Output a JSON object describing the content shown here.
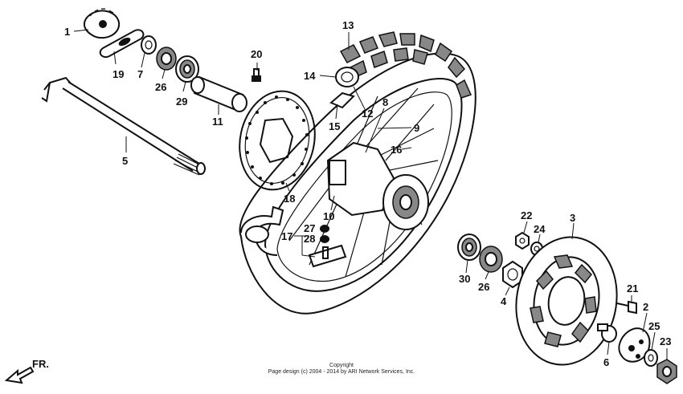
{
  "parts": [
    {
      "id": "p1",
      "label": "1"
    },
    {
      "id": "p2",
      "label": "2"
    },
    {
      "id": "p3",
      "label": "3"
    },
    {
      "id": "p4",
      "label": "4"
    },
    {
      "id": "p5",
      "label": "5"
    },
    {
      "id": "p6",
      "label": "6"
    },
    {
      "id": "p7",
      "label": "7"
    },
    {
      "id": "p8",
      "label": "8"
    },
    {
      "id": "p9",
      "label": "9"
    },
    {
      "id": "p10",
      "label": "10"
    },
    {
      "id": "p11",
      "label": "11"
    },
    {
      "id": "p12",
      "label": "12"
    },
    {
      "id": "p13",
      "label": "13"
    },
    {
      "id": "p14",
      "label": "14"
    },
    {
      "id": "p15",
      "label": "15"
    },
    {
      "id": "p16",
      "label": "16"
    },
    {
      "id": "p17",
      "label": "17"
    },
    {
      "id": "p18",
      "label": "18"
    },
    {
      "id": "p19",
      "label": "19"
    },
    {
      "id": "p20",
      "label": "20"
    },
    {
      "id": "p21",
      "label": "21"
    },
    {
      "id": "p22",
      "label": "22"
    },
    {
      "id": "p23",
      "label": "23"
    },
    {
      "id": "p24",
      "label": "24"
    },
    {
      "id": "p25",
      "label": "25"
    },
    {
      "id": "p26a",
      "label": "26"
    },
    {
      "id": "p26b",
      "label": "26"
    },
    {
      "id": "p27",
      "label": "27"
    },
    {
      "id": "p28",
      "label": "28"
    },
    {
      "id": "p29",
      "label": "29"
    },
    {
      "id": "p30",
      "label": "30"
    }
  ],
  "direction_label": "FR.",
  "copyright": {
    "line1": "Copyright",
    "line2": "Page design (c) 2004 - 2014 by ARI Network Services, Inc."
  }
}
